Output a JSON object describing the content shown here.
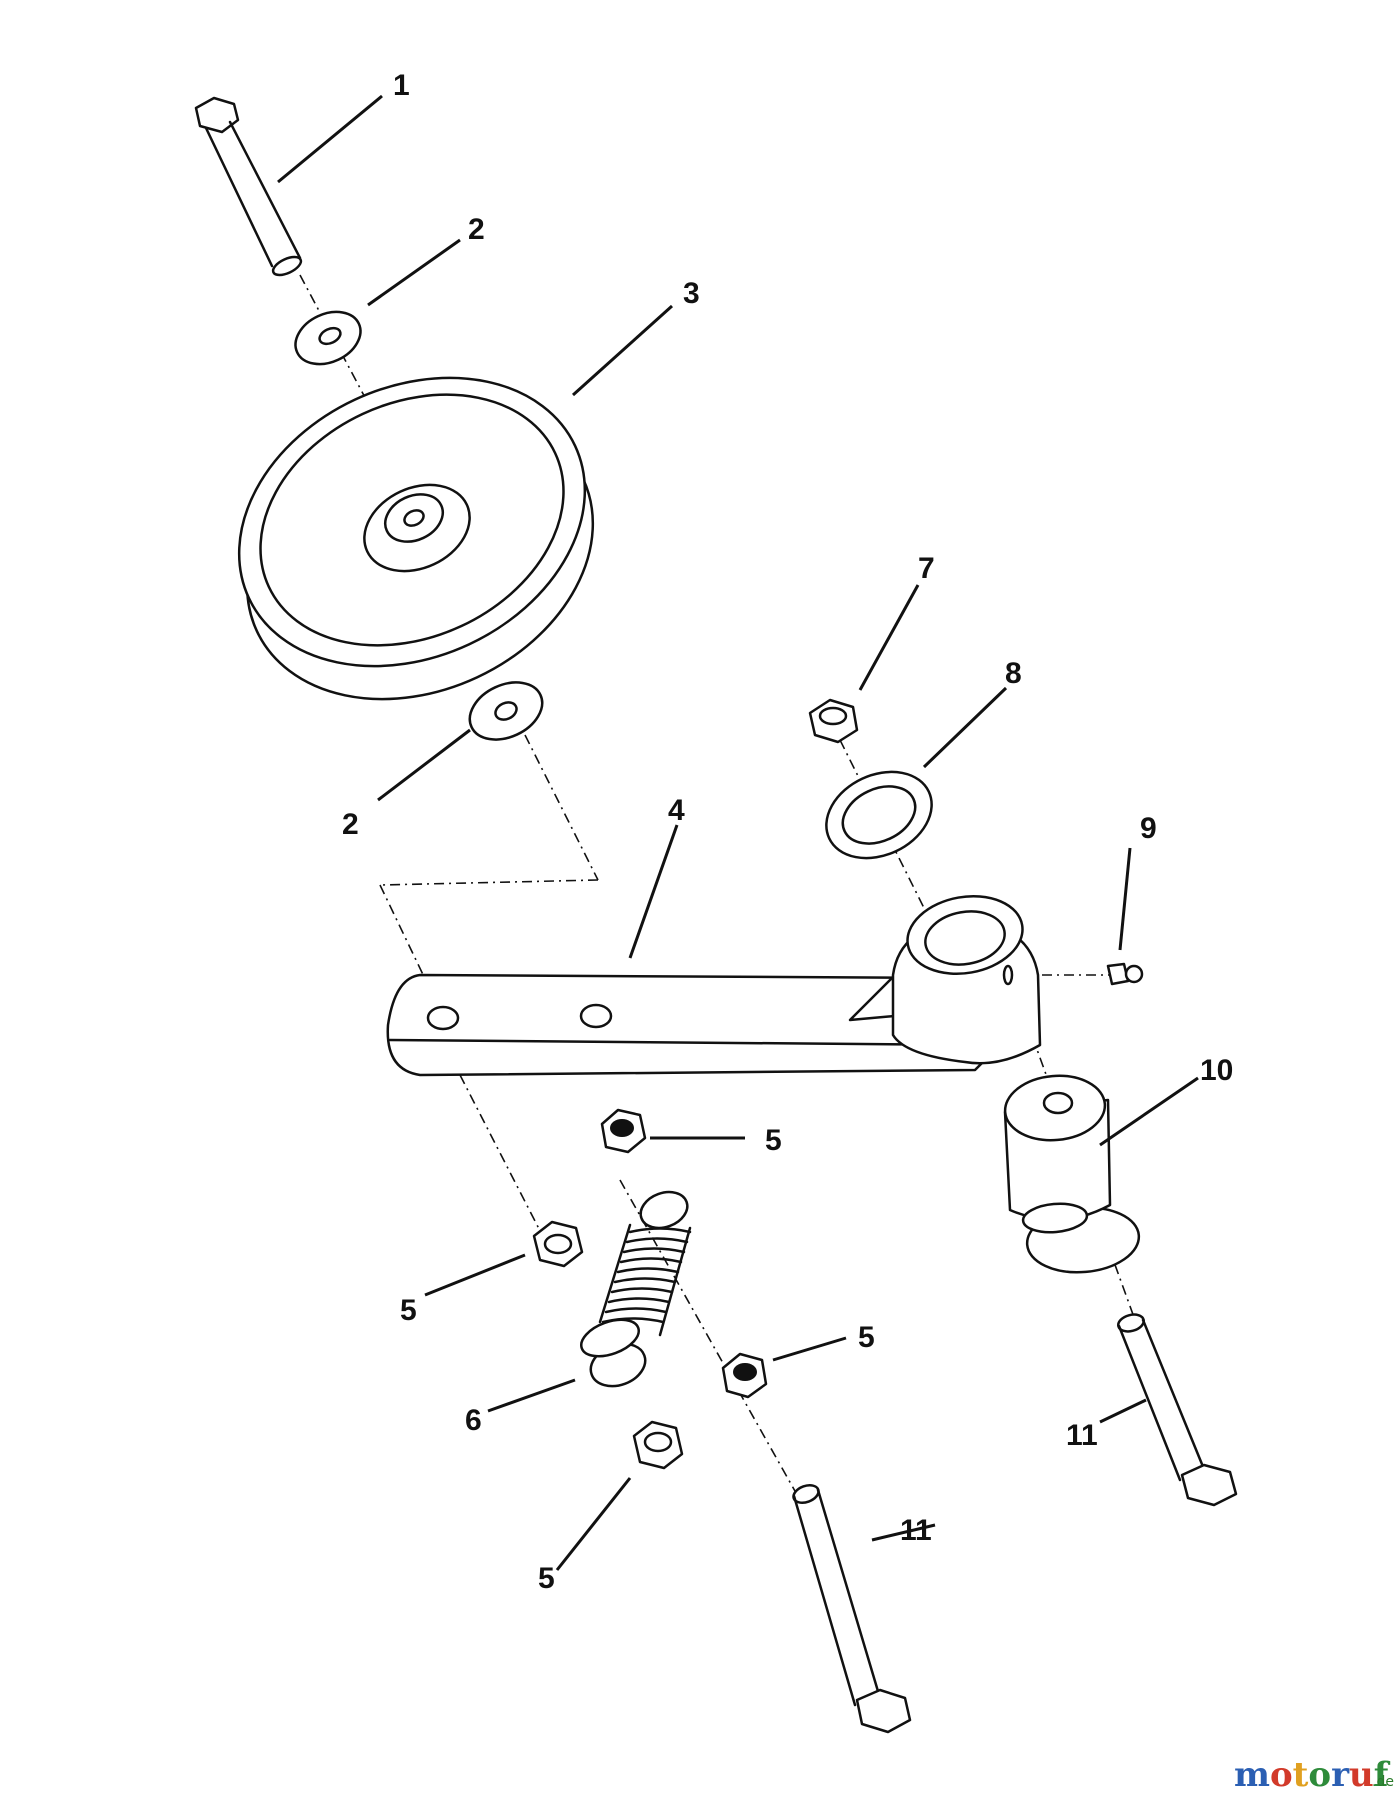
{
  "diagram": {
    "callouts": [
      "1",
      "2",
      "3",
      "2",
      "4",
      "7",
      "8",
      "9",
      "10",
      "5",
      "5",
      "5",
      "6",
      "5",
      "11",
      "11"
    ]
  },
  "watermark": {
    "text_parts": [
      "m",
      "o",
      "t",
      "o",
      "r",
      "u",
      "f"
    ],
    "suffix": ".de",
    "colors": [
      "#2b5fb3",
      "#d23a2a",
      "#e0a020",
      "#2e8b3a",
      "#2b5fb3",
      "#d23a2a",
      "#2e8b3a"
    ]
  }
}
